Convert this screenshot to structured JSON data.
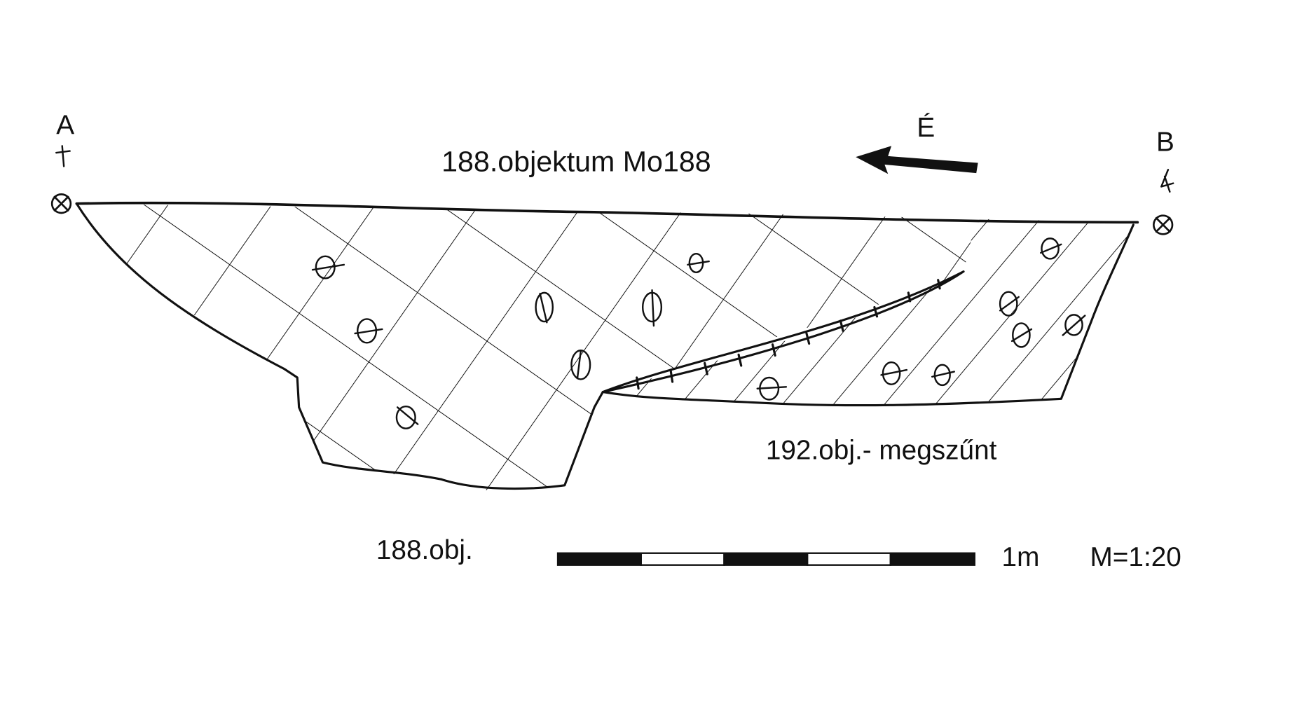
{
  "title": "188.objektum Mo188",
  "north_label": "É",
  "point_a": "A",
  "point_b": "B",
  "feature_188_label": "188.obj.",
  "feature_192_label": "192.obj.- megszűnt",
  "scale_bar": {
    "length_label": "1m",
    "segments": 5
  },
  "scale_ratio": "M=1:20",
  "colors": {
    "ink": "#111111",
    "paper": "#ffffff"
  }
}
